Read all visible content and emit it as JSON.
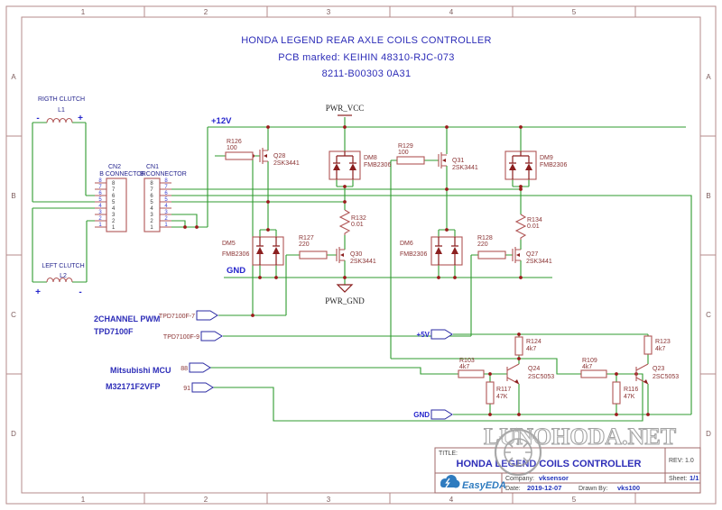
{
  "header": {
    "line1": "HONDA LEGEND REAR AXLE COILS CONTROLLER",
    "line2": "PCB marked: KEIHIN 48310-RJC-073",
    "line3": "8211-B00303 0A31"
  },
  "frame": {
    "cols": [
      "1",
      "2",
      "3",
      "4",
      "5"
    ],
    "rows": [
      "A",
      "B",
      "C",
      "D"
    ]
  },
  "nets": {
    "v12": "+12V",
    "gnd": "GND",
    "pwr_vcc": "PWR_VCC",
    "pwr_gnd": "PWR_GND",
    "v5": "+5V",
    "gnd_port": "GND"
  },
  "ports": {
    "pwm_a": "TPD7100F-7",
    "pwm_b": "TPD7100F-9",
    "mcu_a": "88",
    "mcu_b": "91"
  },
  "annotations": {
    "pwm_line1": "2CHANNEL PWM",
    "pwm_line2": "TPD7100F",
    "mcu_line1": "Mitsubishi MCU",
    "mcu_line2": "M32171F2VFP"
  },
  "clutch_right": {
    "name": "RIGTH CLUTCH",
    "ref": "L1",
    "neg": "-",
    "pos": "+"
  },
  "clutch_left": {
    "name": "LEFT CLUTCH",
    "ref": "L2",
    "pos": "+",
    "neg": "-"
  },
  "cn2": {
    "ref": "CN2",
    "name": "B CONNECTOR",
    "pins": [
      "8",
      "7",
      "6",
      "5",
      "4",
      "3",
      "2",
      "1"
    ]
  },
  "cn1": {
    "ref": "CN1",
    "name": "B CONNECTOR",
    "pins": [
      "8",
      "7",
      "6",
      "5",
      "4",
      "3",
      "2",
      "1"
    ]
  },
  "parts": {
    "r126": {
      "ref": "R126",
      "val": "100"
    },
    "r129": {
      "ref": "R129",
      "val": "100"
    },
    "r127": {
      "ref": "R127",
      "val": "220"
    },
    "r128": {
      "ref": "R128",
      "val": "220"
    },
    "r132": {
      "ref": "R132",
      "val": "0.01"
    },
    "r134": {
      "ref": "R134",
      "val": "0.01"
    },
    "r124": {
      "ref": "R124",
      "val": "4k7"
    },
    "r123": {
      "ref": "R123",
      "val": "4k7"
    },
    "r103": {
      "ref": "R103",
      "val": "4k7"
    },
    "r109": {
      "ref": "R109",
      "val": "4k7"
    },
    "r117": {
      "ref": "R117",
      "val": "47K"
    },
    "r116": {
      "ref": "R116",
      "val": "47K"
    },
    "q28": {
      "ref": "Q28",
      "val": "2SK3441"
    },
    "q31": {
      "ref": "Q31",
      "val": "2SK3441"
    },
    "q30": {
      "ref": "Q30",
      "val": "2SK3441"
    },
    "q27": {
      "ref": "Q27",
      "val": "2SK3441"
    },
    "q24": {
      "ref": "Q24",
      "val": "2SC5053"
    },
    "q23": {
      "ref": "Q23",
      "val": "2SC5053"
    },
    "dm5": {
      "ref": "DM5",
      "val": "FMB2306"
    },
    "dm6": {
      "ref": "DM6",
      "val": "FMB2306"
    },
    "dm8": {
      "ref": "DM8",
      "val": "FMB2306"
    },
    "dm9": {
      "ref": "DM9",
      "val": "FMB2306"
    }
  },
  "title_block": {
    "label": "TITLE:",
    "title": "HONDA LEGEND COILS CONTROLLER",
    "rev": "REV: 1.0",
    "logo": "EasyEDA",
    "company_label": "Company:",
    "company": "vksensor",
    "date_label": "Date:",
    "date": "2019-12-07",
    "drawn_label": "Drawn By:",
    "drawn": "vks100",
    "sheet_label": "Sheet:",
    "sheet": "1/1"
  },
  "watermark": {
    "text": "LUNOHODA.NET"
  }
}
